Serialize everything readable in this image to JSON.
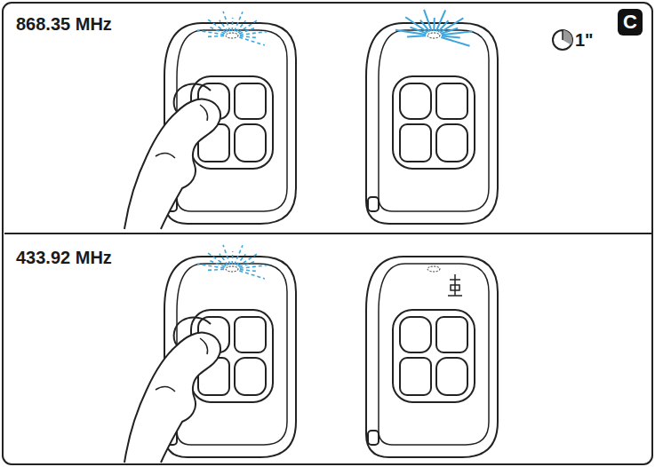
{
  "diagram": {
    "nodes": [
      {
        "text": [
          "C"
        ]
      }
    ],
    "labels": [
      "868.35 MHz",
      "1\"",
      "433.92 MHz"
    ]
  }
}
